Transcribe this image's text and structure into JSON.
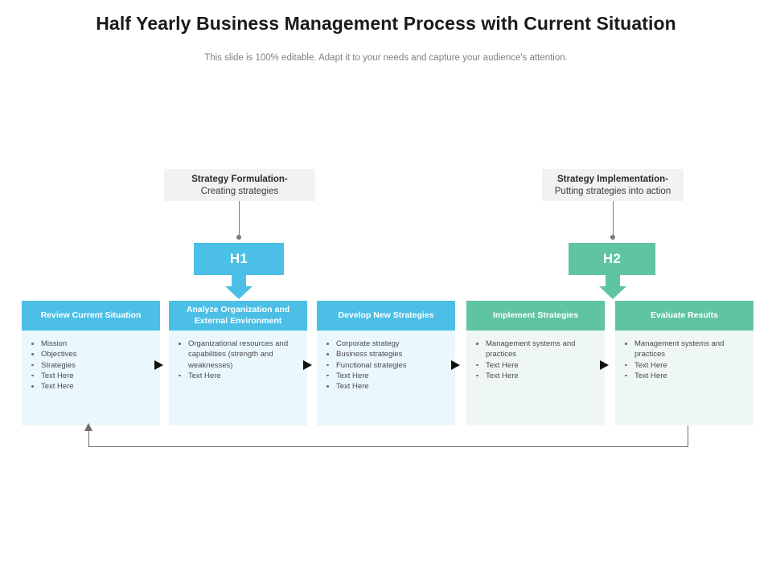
{
  "slide": {
    "title": "Half Yearly Business Management Process with Current Situation",
    "subtitle": "This slide is 100% editable. Adapt it to your needs and capture your audience's attention."
  },
  "theme": {
    "blue": "#4cbfe6",
    "blue_light": "#eaf7fd",
    "green": "#5fc4a1",
    "green_light": "#eff7f4",
    "callout_bg": "#f2f2f2",
    "connector": "#6e6e6e"
  },
  "callouts": [
    {
      "strong": "Strategy Formulation-",
      "sub": "Creating strategies"
    },
    {
      "strong": "Strategy Implementation-",
      "sub": "Putting strategies into action"
    }
  ],
  "badges": [
    {
      "label": "H1"
    },
    {
      "label": "H2"
    }
  ],
  "cards": [
    {
      "title": "Review Current Situation",
      "theme": "blue",
      "bullets": [
        "Mission",
        "Objectives",
        "Strategies",
        "Text Here",
        "Text Here"
      ]
    },
    {
      "title": "Analyze Organization and External Environment",
      "theme": "blue",
      "bullets": [
        "Organizational resources and capabilities (strength and weaknesses)",
        "Text Here"
      ]
    },
    {
      "title": "Develop New Strategies",
      "theme": "blue",
      "bullets": [
        "Corporate strategy",
        "Business strategies",
        "Functional strategies",
        "Text Here",
        "Text Here"
      ]
    },
    {
      "title": "Implement Strategies",
      "theme": "green",
      "bullets": [
        "Management  systems and practices",
        "Text Here",
        "Text Here"
      ]
    },
    {
      "title": "Evaluate Results",
      "theme": "green",
      "bullets": [
        "Management  systems and practices",
        "Text Here",
        "Text Here"
      ]
    }
  ]
}
